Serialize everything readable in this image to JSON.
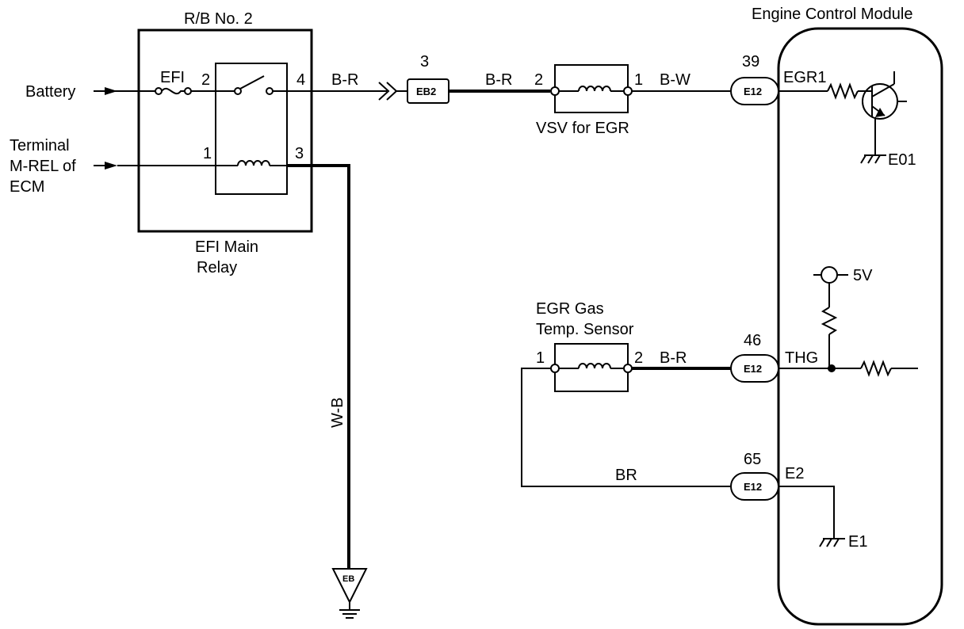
{
  "labels": {
    "rb_no2": "R/B No. 2",
    "ecm": "Engine Control Module",
    "battery": "Battery",
    "terminal_line1": "Terminal",
    "terminal_line2": "M-REL of",
    "terminal_line3": "ECM",
    "efi": "EFI",
    "relay_line1": "EFI Main",
    "relay_line2": "Relay",
    "vsv": "VSV for EGR",
    "egr_sensor_line1": "EGR Gas",
    "egr_sensor_line2": "Temp. Sensor",
    "egr1": "EGR1",
    "e01": "E01",
    "five_v": "5V",
    "thg": "THG",
    "e2": "E2",
    "e1": "E1"
  },
  "pins": {
    "relay_2": "2",
    "relay_4": "4",
    "relay_1": "1",
    "relay_3": "3",
    "eb2_pin": "3",
    "vsv_2": "2",
    "vsv_1": "1",
    "sensor_1": "1",
    "sensor_2": "2",
    "ecm_39": "39",
    "ecm_46": "46",
    "ecm_65": "65"
  },
  "wires": {
    "relay_out": "B-R",
    "eb2_to_vsv": "B-R",
    "vsv_to_ecm": "B-W",
    "relay_ground": "W-B",
    "sensor_to_ecm": "B-R",
    "sensor_return": "BR"
  },
  "connectors": {
    "eb2": "EB2",
    "e12_top": "E12",
    "e12_mid": "E12",
    "e12_bot": "E12",
    "ground_eb": "EB"
  }
}
